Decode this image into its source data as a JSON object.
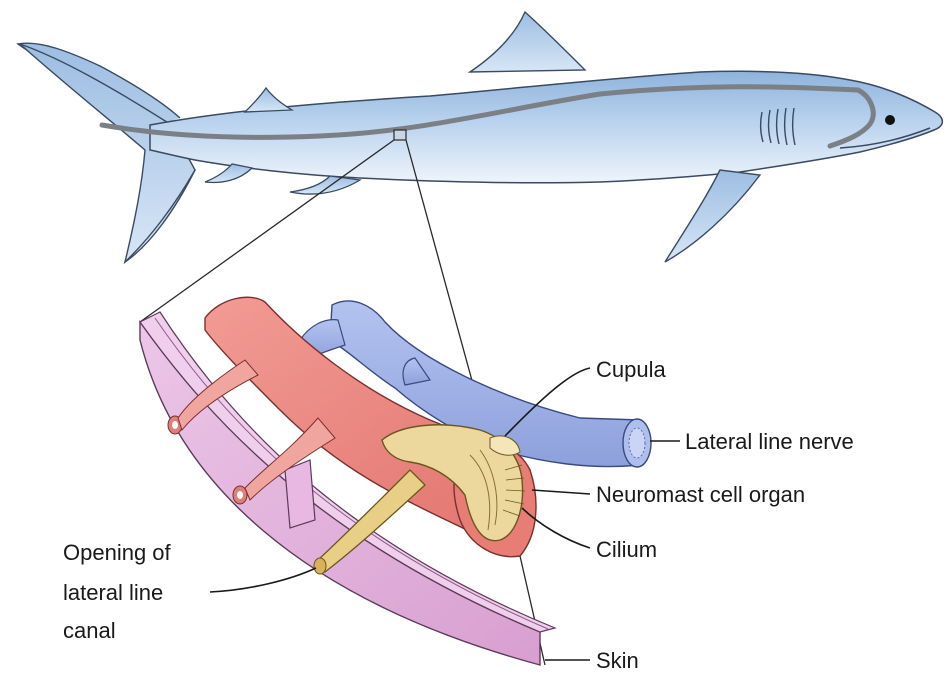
{
  "labels": {
    "cupula": "Cupula",
    "lateral_line_nerve": "Lateral line nerve",
    "neuromast": "Neuromast cell organ",
    "cilium": "Cilium",
    "opening_line1": "Opening of",
    "opening_line2": "lateral line",
    "opening_line3": "canal",
    "skin": "Skin"
  },
  "colors": {
    "shark_body": "#a9c6e6",
    "shark_belly": "#e9f1fa",
    "lateral_line": "#7b7f86",
    "skin": "#e3b3dc",
    "canal": "#ea8c86",
    "nerve": "#9fb1e6",
    "neuromast": "#ecd89c"
  }
}
